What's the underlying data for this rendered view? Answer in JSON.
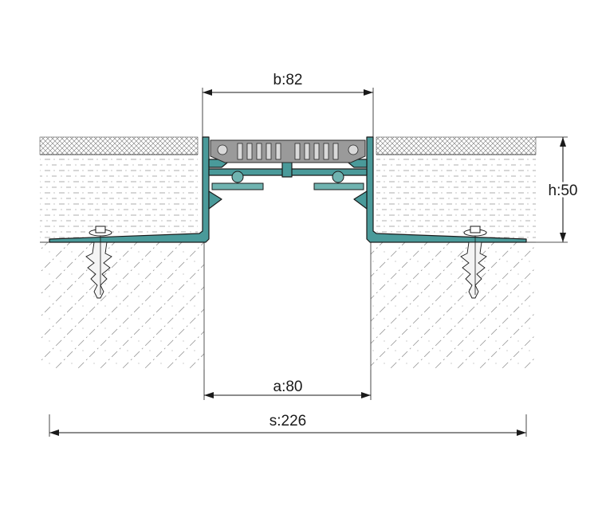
{
  "dimensions": {
    "b": "b:82",
    "h": "h:50",
    "a": "a:80",
    "s": "s:226"
  },
  "colors": {
    "profile": "#4a9a9a",
    "rubber_insert": "#9a9a9a",
    "line": "#1a1a1a"
  }
}
